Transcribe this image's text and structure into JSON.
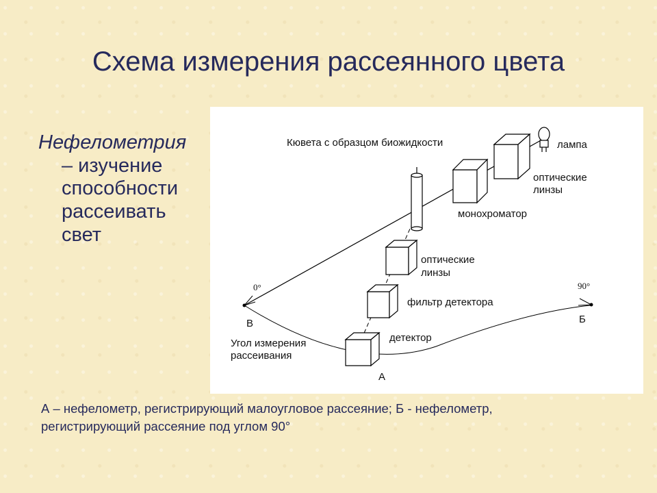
{
  "title": "Схема измерения рассеянного цвета",
  "left": {
    "term": "Нефелометрия",
    "definition": "– изучение способности рассеивать свет"
  },
  "diagram": {
    "labels": {
      "cuvette": "Кювета с образцом биожидкости",
      "lamp": "лампа",
      "lenses_top_1": "оптические",
      "lenses_top_2": "линзы",
      "monochromator": "монохроматор",
      "lenses_mid_1": "оптические",
      "lenses_mid_2": "линзы",
      "filter": "фильтр детектора",
      "detector": "детектор",
      "angle_1": "Угол измерения",
      "angle_2": "рассеивания",
      "deg_0": "0°",
      "deg_90": "90°",
      "point_v": "В",
      "point_b": "Б",
      "point_a": "А"
    }
  },
  "caption": "А – нефелометр, регистрирующий малоугловое рассеяние; Б - нефелометр, регистрирующий рассеяние под углом 90°"
}
